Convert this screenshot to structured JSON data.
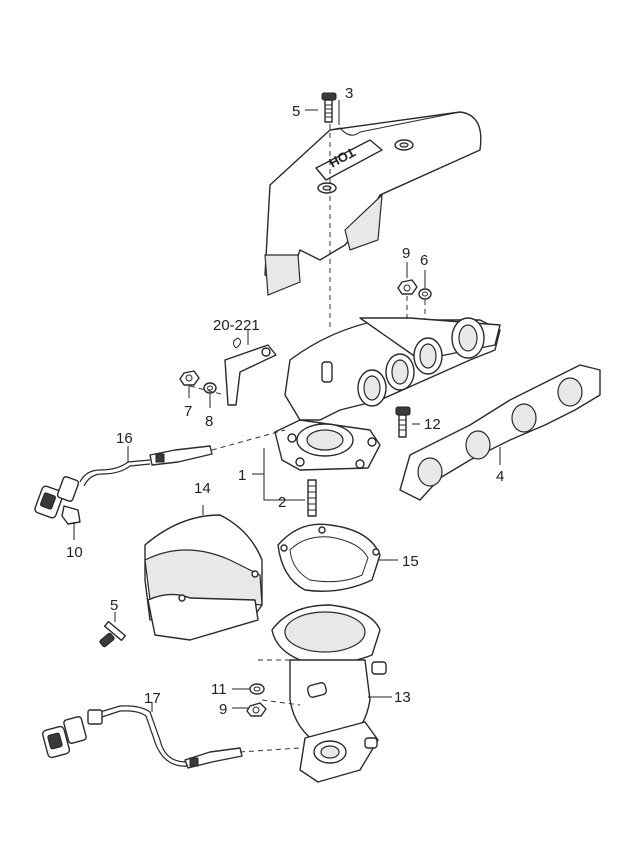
{
  "callouts": {
    "c1": "1",
    "c2": "2",
    "c3": "3",
    "c4": "4",
    "c5a": "5",
    "c5b": "5",
    "c6": "6",
    "c7": "7",
    "c8": "8",
    "c9a": "9",
    "c9b": "9",
    "c10": "10",
    "c11": "11",
    "c12": "12",
    "c13": "13",
    "c14": "14",
    "c15": "15",
    "c16": "16",
    "c17": "17",
    "ref": "20-221"
  },
  "heat_shield_embossing": "HOT"
}
